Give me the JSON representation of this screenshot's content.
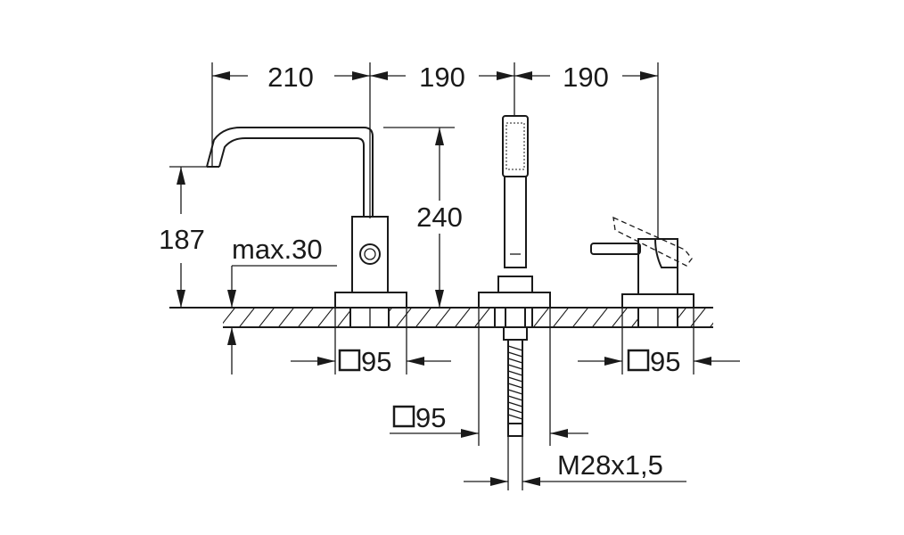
{
  "dimensions": {
    "spout_spacing": "210",
    "shower_spacing": "190",
    "mixer_spacing": "190",
    "spout_outlet_height": "187",
    "spout_height": "240",
    "max_deck_thickness": "max.30",
    "spout_rosette": "95",
    "mixer_rosette": "95",
    "shower_rosette": "95",
    "thread": "M28x1,5"
  },
  "components": [
    "spout",
    "hand-shower",
    "single-lever-mixer",
    "deck-mounting-plate"
  ]
}
